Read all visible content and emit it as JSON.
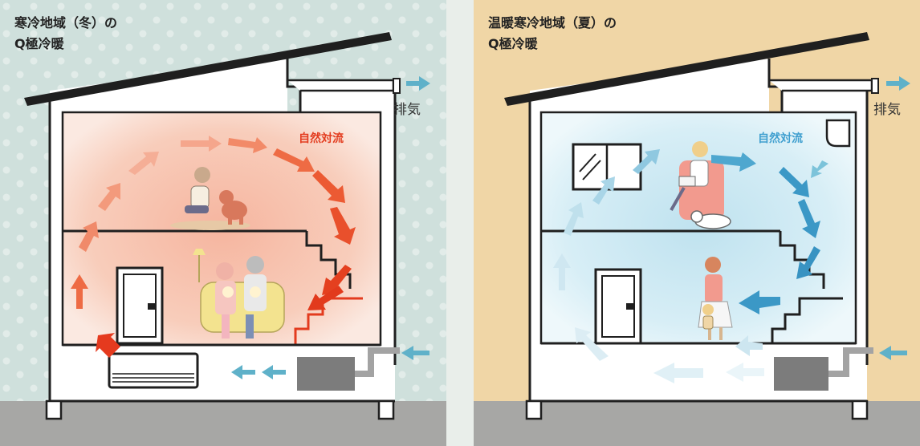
{
  "colors": {
    "winter_bg": "#cfe0dc",
    "summer_bg": "#f0d6a6",
    "ground": "#a7a7a5",
    "warm_arrow": "#ea5a33",
    "cool_arrow": "#4ea7cf",
    "outline": "#1f1f1f"
  },
  "panels": [
    {
      "id": "winter",
      "title_line1": "寒冷地域（冬）の",
      "title_line2": "Q極冷暖",
      "exhaust_label": "排気",
      "convection_label": "自然対流"
    },
    {
      "id": "summer",
      "title_line1": "温暖寒冷地域（夏）の",
      "title_line2": "Q極冷暖",
      "exhaust_label": "排気",
      "convection_label": "自然対流"
    }
  ],
  "icons": [
    "warm-air-arrow-icon",
    "cool-air-arrow-icon",
    "air-conditioner-icon",
    "ventilation-unit-icon",
    "door-icon",
    "window-icon",
    "family-icon",
    "dog-icon"
  ]
}
